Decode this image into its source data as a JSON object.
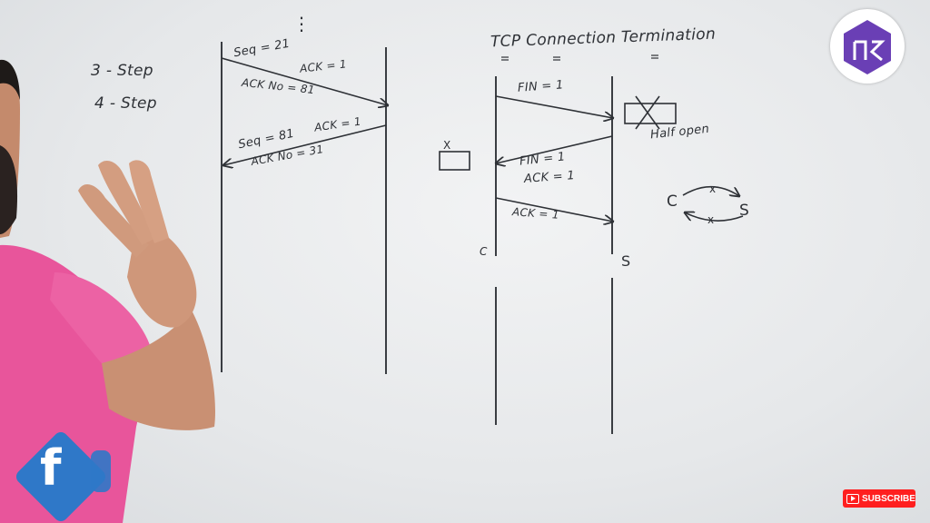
{
  "board": {
    "left_notes": [
      "3 - Step",
      "4 - Step"
    ],
    "handshake_diagram": {
      "top_mark": "⋮",
      "msg1": {
        "seq": "Seq = 21",
        "ack_flag": "ACK = 1",
        "ack_no": "ACK No = 81"
      },
      "msg2": {
        "seq": "Seq = 81",
        "ack_flag": "ACK = 1",
        "ack_no": "ACK No = 31"
      }
    },
    "termination_diagram": {
      "title": "TCP Connection Termination",
      "title_marks": [
        "=",
        "=",
        "="
      ],
      "msg1": "FIN = 1",
      "msg2_line1": "FIN = 1",
      "msg2_line2": "ACK = 1",
      "msg3": "ACK = 1",
      "client_label": "C",
      "server_label": "S",
      "half_open_label": "Half open",
      "cross_mark": "X"
    },
    "side_diagram": {
      "client": "C",
      "server": "S"
    }
  },
  "overlays": {
    "subscribe_label": "SUBSCRIBE",
    "facebook_letter": "f",
    "colors": {
      "subscribe": "#ff1f1f",
      "facebook": "#2f78c8",
      "logo_purple": "#6a3fb5",
      "marker": "#2e3136",
      "shirt": "#e8559b"
    }
  }
}
